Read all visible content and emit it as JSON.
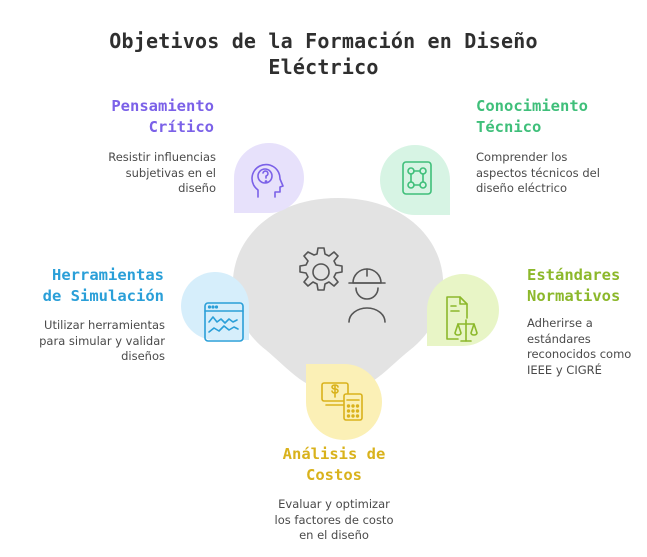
{
  "title": {
    "line1": "Objetivos de la Formación en Diseño",
    "line2": "Eléctrico"
  },
  "colors": {
    "center": "#e4e4e4",
    "pensamiento": "#7b61e8",
    "conocimiento": "#3fbf7a",
    "herramientas": "#2a9fd8",
    "estandares": "#8cb82b",
    "analisis": "#d9b21c"
  },
  "items": [
    {
      "id": "pensamiento",
      "heading": [
        "Pensamiento",
        "Crítico"
      ],
      "description": [
        "Resistir influencias",
        "subjetivas en el",
        "diseño"
      ],
      "icon": "head-question-icon"
    },
    {
      "id": "conocimiento",
      "heading": [
        "Conocimiento",
        "Técnico"
      ],
      "description": [
        "Comprender los",
        "aspectos técnicos del",
        "diseño eléctrico"
      ],
      "icon": "circuit-board-icon"
    },
    {
      "id": "herramientas",
      "heading": [
        "Herramientas",
        "de Simulación"
      ],
      "description": [
        "Utilizar herramientas",
        "para simular y validar",
        "diseños"
      ],
      "icon": "simulation-window-icon"
    },
    {
      "id": "estandares",
      "heading": [
        "Estándares",
        "Normativos"
      ],
      "description": [
        "Adherirse a",
        "estándares",
        "reconocidos como",
        "IEEE y CIGRÉ"
      ],
      "icon": "document-scale-icon"
    },
    {
      "id": "analisis",
      "heading": [
        "Análisis de",
        "Costos"
      ],
      "description": [
        "Evaluar y optimizar",
        "los factores de costo",
        "en el diseño"
      ],
      "icon": "money-calculator-icon"
    }
  ]
}
